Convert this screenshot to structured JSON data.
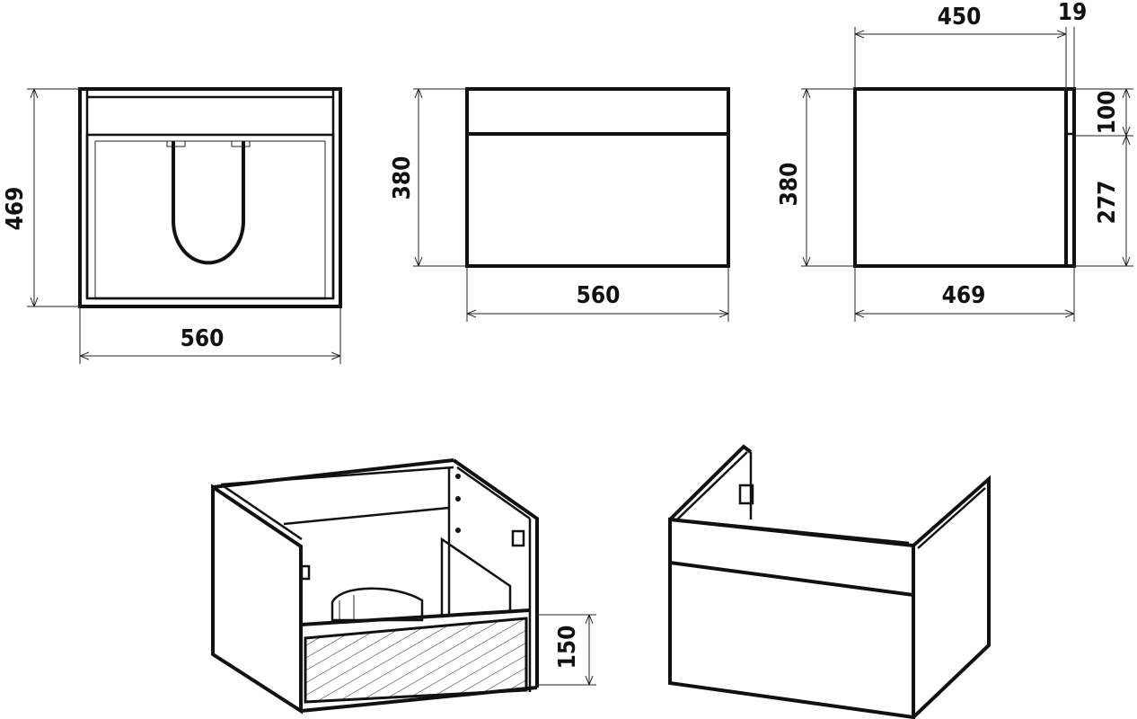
{
  "views": {
    "top": {
      "width_label": "560",
      "depth_label": "469"
    },
    "front": {
      "height_label": "380",
      "width_label": "560"
    },
    "side": {
      "height_label": "380",
      "depth_label": "469",
      "top_label": "450",
      "door_label": "19",
      "drawer_top_label": "100",
      "drawer_front_label": "277"
    },
    "iso_open": {
      "drawer_label": "150"
    },
    "iso_closed": {}
  }
}
